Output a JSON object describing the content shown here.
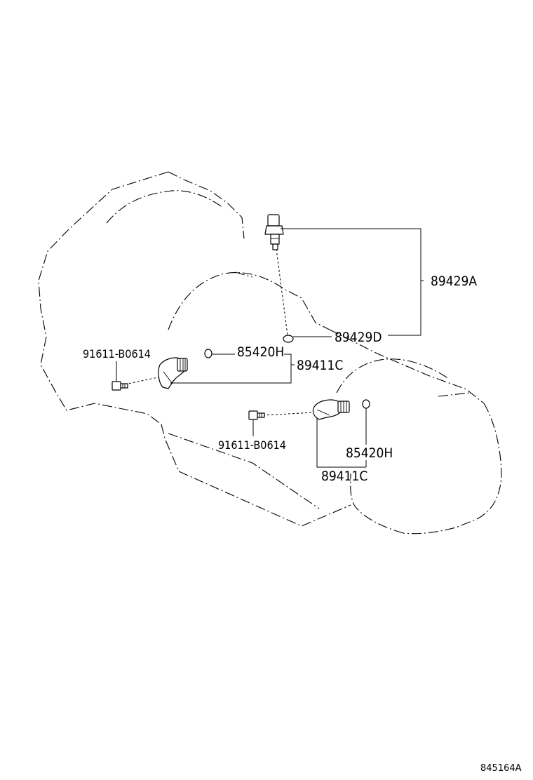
{
  "callouts": {
    "sensor_assy_top": "89429A",
    "oring_top": "89429D",
    "oring_left": "85420H",
    "speed_sensor_left": "89411C",
    "bolt_left": "91611-B0614",
    "bolt_right": "91611-B0614",
    "oring_right": "85420H",
    "speed_sensor_right": "89411C"
  },
  "figure_ref": "845164A"
}
